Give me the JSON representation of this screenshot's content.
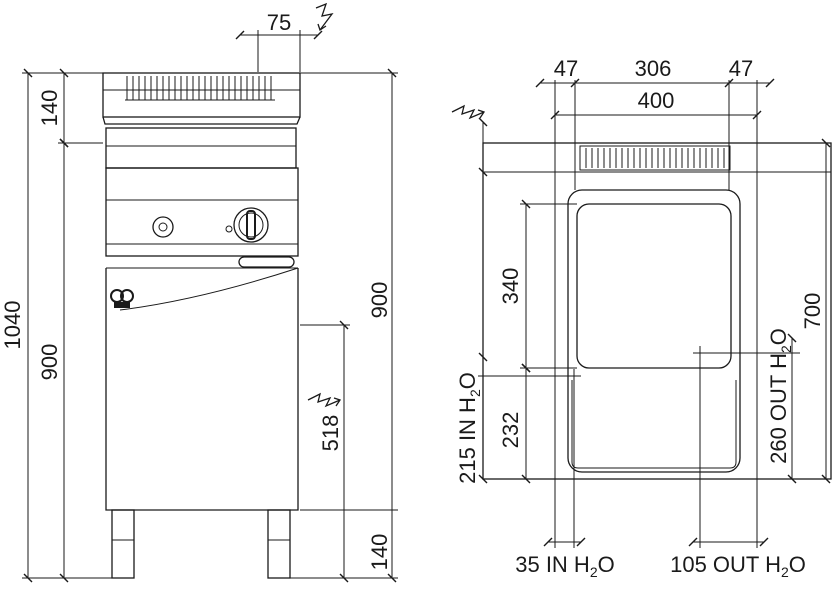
{
  "front_view": {
    "dims": {
      "top_width": "75",
      "total_height": "1040",
      "top_section": "140",
      "body_height_left": "900",
      "body_height_right": "900",
      "connection_height": "518",
      "leg_height": "140"
    }
  },
  "top_view": {
    "dims": {
      "side_left": "47",
      "inner_width": "306",
      "side_right": "47",
      "total_width": "400",
      "basin_depth": "340",
      "depth": "700",
      "inlet_depth": "232"
    },
    "labels": {
      "in_side": {
        "prefix": "215 IN H",
        "sub": "2",
        "suffix": "O"
      },
      "out_side": {
        "prefix": "260 OUT H",
        "sub": "2",
        "suffix": "O"
      },
      "in_bottom": {
        "prefix": "35 IN H",
        "sub": "2",
        "suffix": "O"
      },
      "out_bottom": {
        "prefix": "105 OUT H",
        "sub": "2",
        "suffix": "O"
      }
    }
  },
  "icons": [
    "electrical-connection-icon"
  ]
}
